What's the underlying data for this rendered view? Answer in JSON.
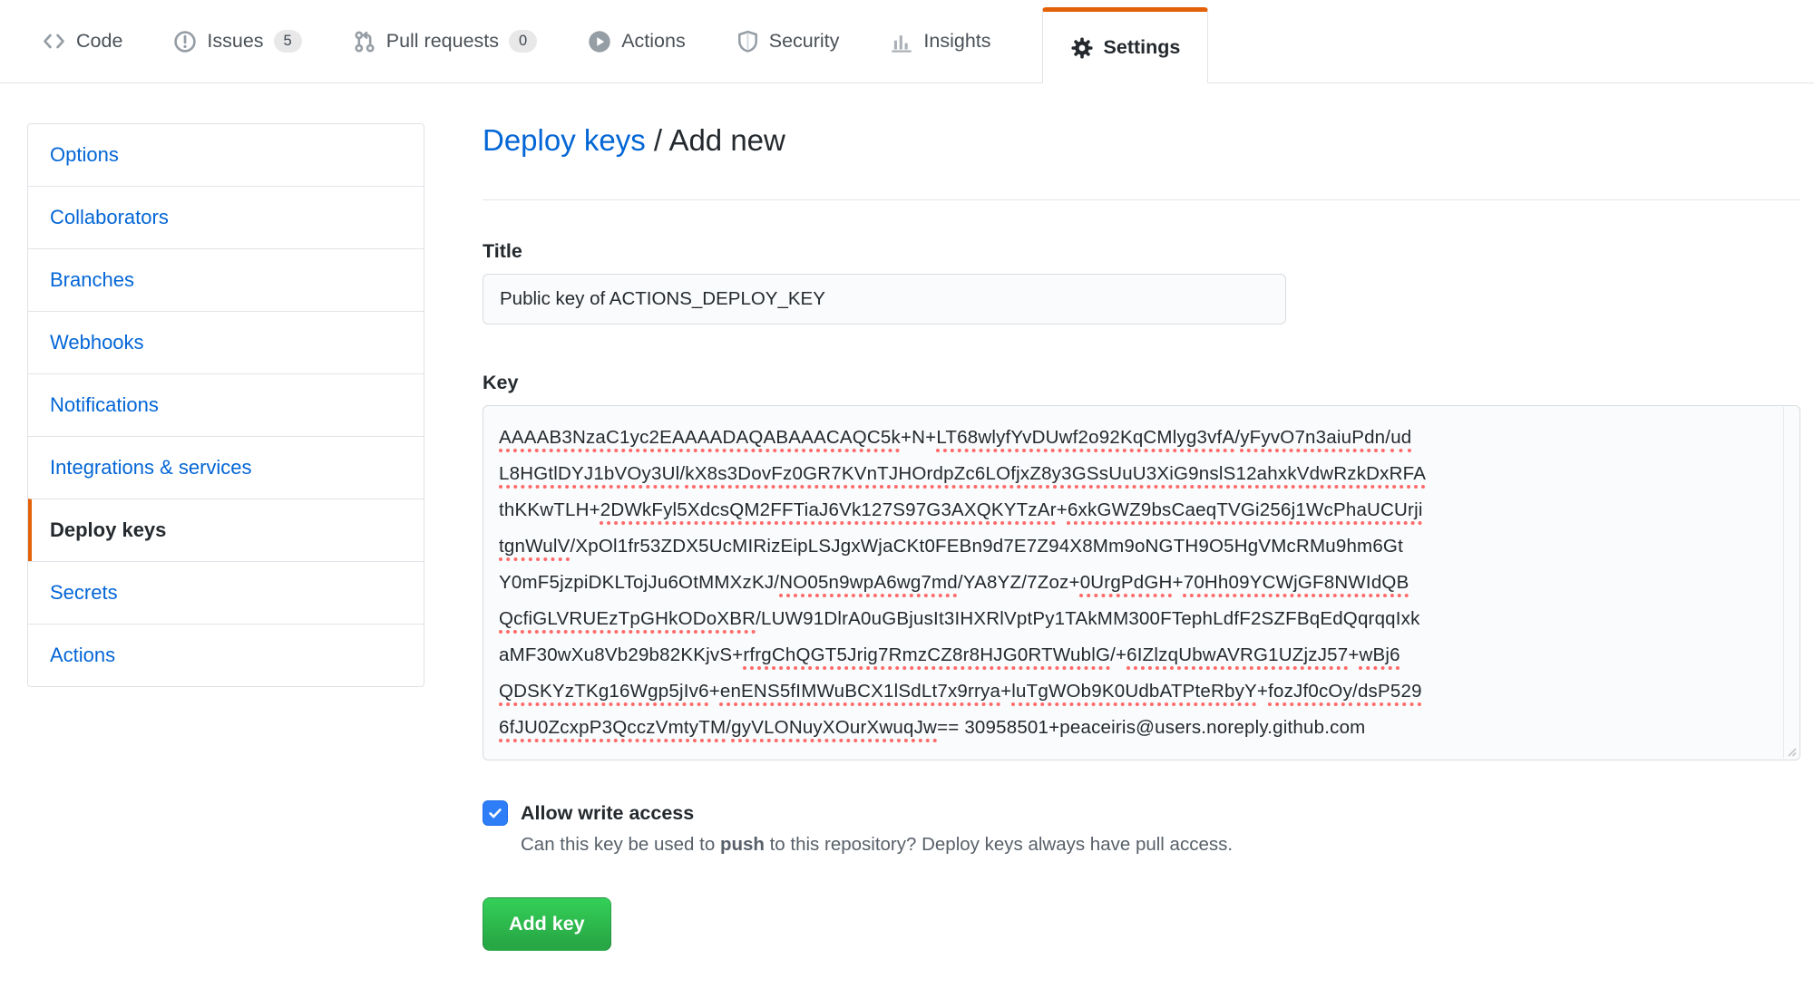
{
  "colors": {
    "accent_orange": "#e36209",
    "link_blue": "#0366d6",
    "text_dark": "#24292e",
    "text_muted": "#586069",
    "icon_gray": "#959da5",
    "button_green_top": "#34d058",
    "button_green_bottom": "#28a745",
    "checkbox_blue": "#2e7ef7",
    "misspell_red": "#ff6b6b",
    "input_background": "#fafbfc",
    "border_gray": "#e1e4e8"
  },
  "nav": {
    "tabs": [
      {
        "label": "Code",
        "icon": "code-icon"
      },
      {
        "label": "Issues",
        "icon": "issue-opened-icon",
        "badge": "5"
      },
      {
        "label": "Pull requests",
        "icon": "pull-request-icon",
        "badge": "0"
      },
      {
        "label": "Actions",
        "icon": "play-icon"
      },
      {
        "label": "Security",
        "icon": "shield-icon"
      },
      {
        "label": "Insights",
        "icon": "graph-icon"
      },
      {
        "label": "Settings",
        "icon": "gear-icon",
        "active": true
      }
    ]
  },
  "sidebar": {
    "items": [
      {
        "label": "Options"
      },
      {
        "label": "Collaborators"
      },
      {
        "label": "Branches"
      },
      {
        "label": "Webhooks"
      },
      {
        "label": "Notifications"
      },
      {
        "label": "Integrations & services"
      },
      {
        "label": "Deploy keys",
        "active": true
      },
      {
        "label": "Secrets"
      },
      {
        "label": "Actions"
      }
    ]
  },
  "main": {
    "breadcrumb": {
      "link": "Deploy keys",
      "separator": " / ",
      "current": "Add new"
    },
    "title_field": {
      "label": "Title",
      "value": "Public key of ACTIONS_DEPLOY_KEY"
    },
    "key_field": {
      "label": "Key",
      "lines": [
        [
          {
            "t": "AAAAB3NzaC1yc2EAAAADAQABAAACAQC5k",
            "u": true
          },
          {
            "t": "+N+",
            "u": false
          },
          {
            "t": "LT68wlyfYvDUwf2o92KqCMlyg3vfA",
            "u": true
          },
          {
            "t": "/",
            "u": false
          },
          {
            "t": "yFyvO7n3aiuPdn",
            "u": true
          },
          {
            "t": "/",
            "u": false
          },
          {
            "t": "ud",
            "u": true
          }
        ],
        [
          {
            "t": "L8HGtlDYJ1bVOy3Ul",
            "u": true
          },
          {
            "t": "/",
            "u": false
          },
          {
            "t": "kX8s3DovFz0GR7KVnTJHOrdpZc6LOfjxZ8y3GSsUuU3XiG9nslS12ahxkVdwRzkDxRFA",
            "u": true
          }
        ],
        [
          {
            "t": "thKKwTLH+",
            "u": false
          },
          {
            "t": "2DWkFyl5XdcsQM2FFTiaJ6Vk127S97G3AXQKYTzAr",
            "u": true
          },
          {
            "t": "+",
            "u": false
          },
          {
            "t": "6xkGWZ9bsCaeqTVGi256j1WcPhaUCUrji",
            "u": true
          }
        ],
        [
          {
            "t": "tgnWulV",
            "u": true
          },
          {
            "t": "/",
            "u": false
          },
          {
            "t": "XpOl1fr53ZDX5UcMIRizEipLSJgxWjaCKt0FEBn9d7E7Z94X8Mm9oNGTH9O5HgVMcRMu9hm6Gt",
            "u": false
          }
        ],
        [
          {
            "t": "Y0mF5jzpiDKLTojJu6OtMMXzKJ/",
            "u": false
          },
          {
            "t": "NO05n9wpA6wg7md",
            "u": true
          },
          {
            "t": "/YA8YZ/7Zoz+",
            "u": false
          },
          {
            "t": "0UrgPdGH",
            "u": true
          },
          {
            "t": "+",
            "u": false
          },
          {
            "t": "70Hh09YCWjGF8NWIdQB",
            "u": true
          }
        ],
        [
          {
            "t": "QcfiGLVRUEzTpGHkODoXBR",
            "u": true
          },
          {
            "t": "/LUW91DlrA0uGBjusIt3IHXRlVptPy1TAkMM300FTephLdfF2SZFBqEdQqrqqIxk",
            "u": false
          }
        ],
        [
          {
            "t": "aMF30wXu8Vb29b82KKjvS+",
            "u": false
          },
          {
            "t": "rfrgChQGT5Jrig7RmzCZ8r8HJG0RTWublG",
            "u": true
          },
          {
            "t": "/+",
            "u": false
          },
          {
            "t": "6IZlzqUbwAVRG1UZjzJ57",
            "u": true
          },
          {
            "t": "+",
            "u": false
          },
          {
            "t": "wBj6",
            "u": true
          }
        ],
        [
          {
            "t": "QDSKYzTKg16Wgp5jIv6",
            "u": true
          },
          {
            "t": "+",
            "u": false
          },
          {
            "t": "enENS5fIMWuBCX1lSdLt7x9rrya",
            "u": true
          },
          {
            "t": "+",
            "u": false
          },
          {
            "t": "luTgWOb9K0UdbATPteRbyY",
            "u": true
          },
          {
            "t": "+",
            "u": false
          },
          {
            "t": "fozJf0cOy",
            "u": true
          },
          {
            "t": "/",
            "u": false
          },
          {
            "t": "dsP529",
            "u": true
          }
        ],
        [
          {
            "t": "6fJU0ZcxpP3QcczVmtyTM",
            "u": true
          },
          {
            "t": "/",
            "u": false
          },
          {
            "t": "gyVLONuyXOurXwuqJw",
            "u": true
          },
          {
            "t": "== 30958501+peaceiris@users.noreply.github.com",
            "u": false
          }
        ]
      ]
    },
    "write_access": {
      "label": "Allow write access",
      "checked": true,
      "note_prefix": "Can this key be used to ",
      "note_bold": "push",
      "note_suffix": " to this repository? Deploy keys always have pull access."
    },
    "submit_label": "Add key"
  }
}
